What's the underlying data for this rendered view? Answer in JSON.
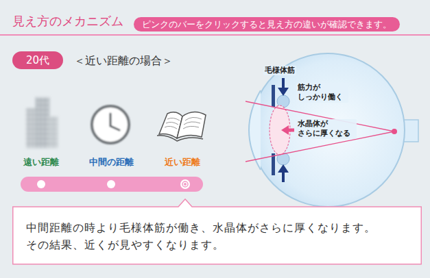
{
  "diagram": {
    "title": "見え方のメカニズム",
    "nodes": [
      {
        "text": [
          "ピンクのバーをクリックすると見え方の違いが確認できます。"
        ]
      },
      {
        "text": [
          "20代"
        ]
      },
      {
        "text": [
          "中間距離の時より毛様体筋が働き、水晶体がさらに厚くなります。 その結果、近くが見やすくなります。"
        ]
      }
    ],
    "labels": [
      "＜近い距離の場合＞",
      "遠い距離",
      "中間の距離",
      "近い距離",
      "毛様体筋",
      "筋力が しっかり働く",
      "水晶体が さらに厚くなる"
    ]
  }
}
